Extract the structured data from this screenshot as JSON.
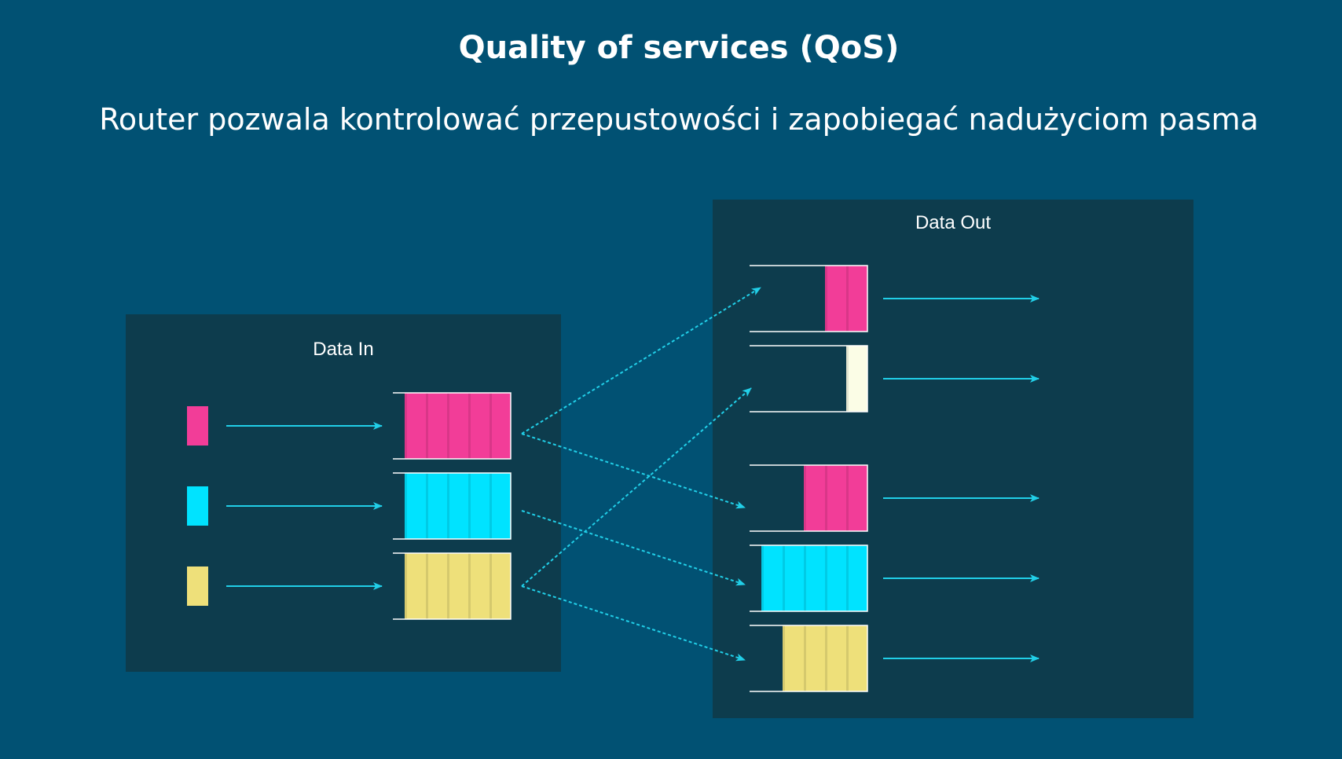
{
  "title": "Quality of services (QoS)",
  "subtitle": "Router pozwala kontrolować przepustowości i zapobiegać nadużyciom pasma",
  "data_in": {
    "label": "Data In",
    "sources": [
      {
        "color": "#f23d98"
      },
      {
        "color": "#00e3ff"
      },
      {
        "color": "#eee07a"
      }
    ],
    "queues": [
      {
        "color": "#f23d98",
        "cells": 5
      },
      {
        "color": "#00e3ff",
        "cells": 5
      },
      {
        "color": "#eee07a",
        "cells": 5
      }
    ]
  },
  "data_out": {
    "label": "Data Out",
    "queues": [
      {
        "color": "#f23d98",
        "cells": 2
      },
      {
        "color": "#fbfde6",
        "cells": 1
      },
      {
        "color": "#f23d98",
        "cells": 3
      },
      {
        "color": "#00e3ff",
        "cells": 5
      },
      {
        "color": "#eee07a",
        "cells": 4
      }
    ]
  },
  "colors": {
    "background": "#015173",
    "panel": "#0d3c4d",
    "arrow": "#21cfe8",
    "outline": "#ffffff"
  }
}
